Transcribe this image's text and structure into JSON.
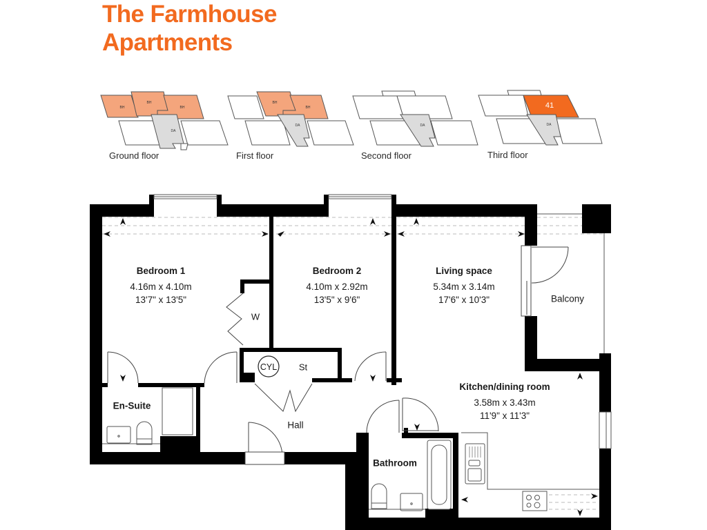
{
  "header": {
    "title_line1": "The Farmhouse",
    "title_line2": "Apartments",
    "accent_color": "#f26a1f"
  },
  "key_plans": [
    {
      "label": "Ground floor",
      "highlight_color": "#f4a57c",
      "unit_tags": [
        "BH",
        "BH",
        "BH",
        "DA"
      ]
    },
    {
      "label": "First floor",
      "highlight_color": "#f4a57c",
      "unit_tags": [
        "BH",
        "BH",
        "DA"
      ]
    },
    {
      "label": "Second floor",
      "highlight_color": "#ffffff",
      "unit_tags": [
        "DA"
      ]
    },
    {
      "label": "Third floor",
      "highlight_color": "#f26a1f",
      "unit_tags": [
        "41",
        "DA"
      ],
      "selected_unit": "41"
    }
  ],
  "rooms": [
    {
      "name": "Bedroom 1",
      "metric": "4.16m x 4.10m",
      "imperial": "13'7\" x 13'5\""
    },
    {
      "name": "Bedroom 2",
      "metric": "4.10m x 2.92m",
      "imperial": "13'5\" x 9'6\""
    },
    {
      "name": "Living space",
      "metric": "5.34m x 3.14m",
      "imperial": "17'6\" x 10'3\""
    },
    {
      "name": "Kitchen/dining room",
      "metric": "3.58m x 3.43m",
      "imperial": "11'9\" x 11'3\""
    },
    {
      "name": "Balcony"
    },
    {
      "name": "En-Suite"
    },
    {
      "name": "Hall"
    },
    {
      "name": "Bathroom"
    }
  ],
  "fixtures": {
    "wardrobe": "W",
    "cylinder": "CYL",
    "store": "St"
  }
}
